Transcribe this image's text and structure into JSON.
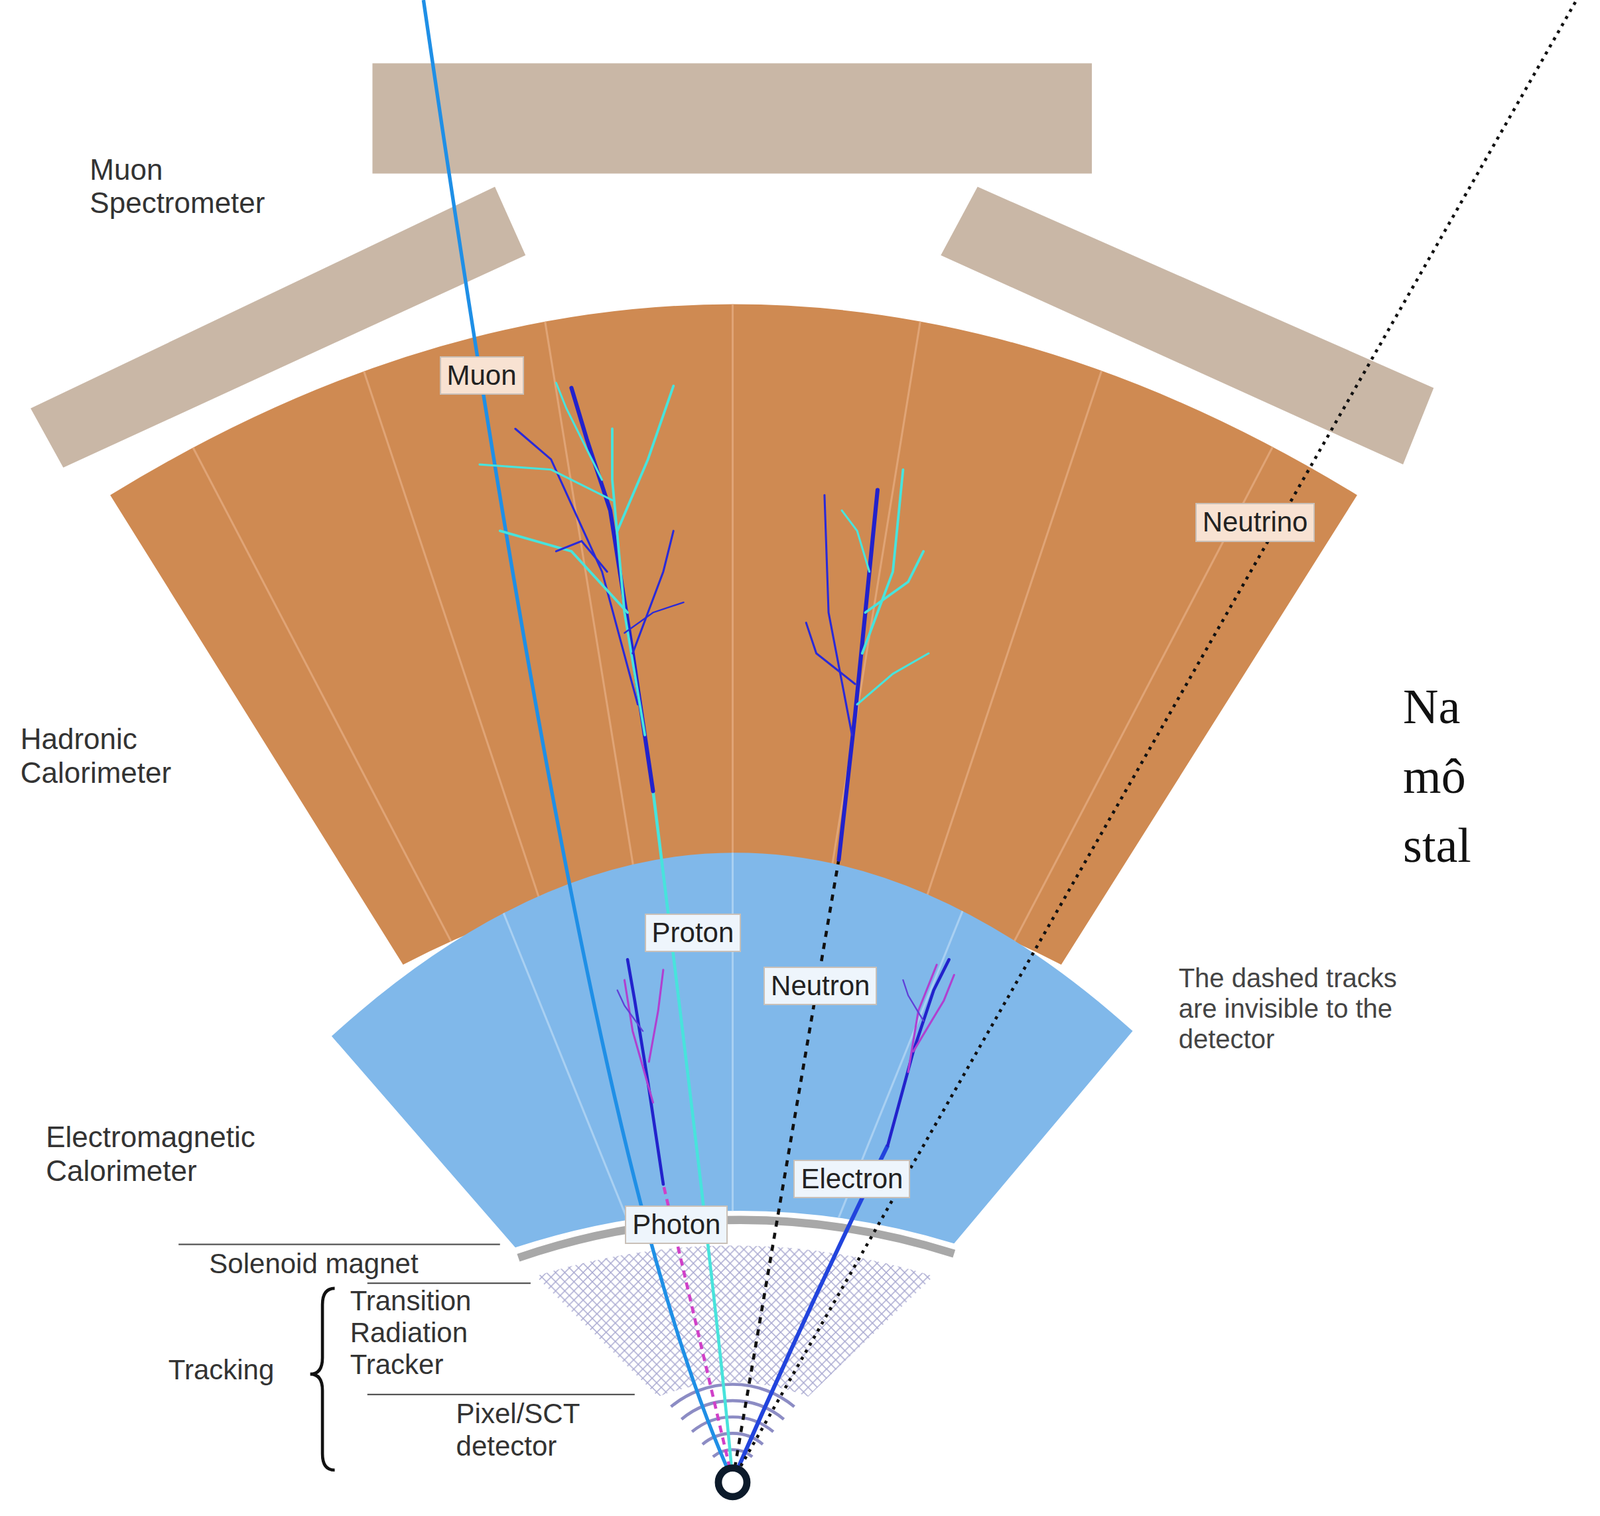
{
  "diagram": {
    "nodes": [
      {
        "text": [
          "Muon"
        ]
      },
      {
        "text": [
          "Neutrino"
        ]
      },
      {
        "text": [
          "Proton"
        ]
      },
      {
        "text": [
          "Neutron"
        ]
      },
      {
        "text": [
          "Electron"
        ]
      },
      {
        "text": [
          "Photon"
        ]
      }
    ],
    "labels": [
      "Muon Spectrometer",
      "Hadronic Calorimeter",
      "Electromagnetic Calorimeter",
      "Solenoid magnet",
      "Transition Radiation Tracker",
      "Tracking",
      "Pixel/SCT detector",
      "The dashed tracks are invisible to the detector",
      "Na",
      "mô",
      "stal"
    ]
  }
}
